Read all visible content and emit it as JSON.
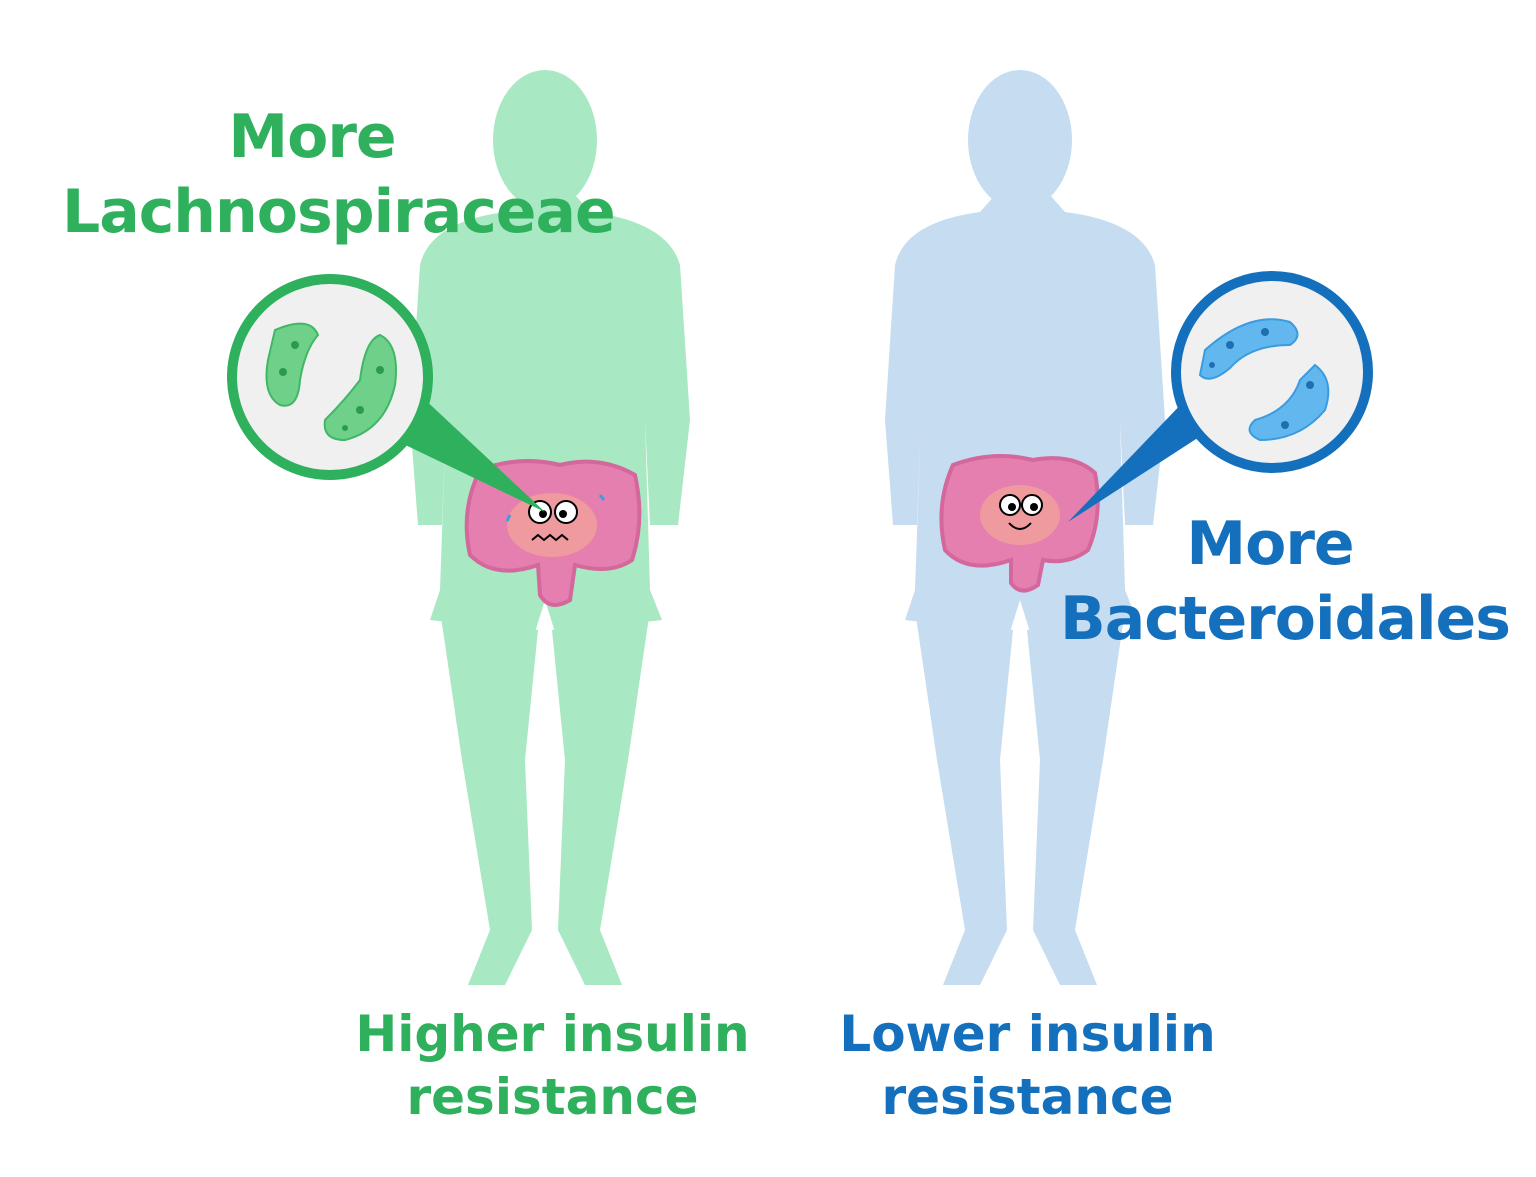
{
  "colors": {
    "green_text": "#2eb05c",
    "green_body": "#a8e8c2",
    "blue_text": "#1470bd",
    "blue_body": "#c6dcf1",
    "intestine_pink": "#e47fb0",
    "intestine_inner": "#ee9a9f"
  },
  "left_panel": {
    "bacteria_label_line1": "More",
    "bacteria_label_line2": "Lachnospiraceae",
    "outcome_line1": "Higher insulin",
    "outcome_line2": "resistance",
    "gut_mood": "worried"
  },
  "right_panel": {
    "bacteria_label_line1": "More",
    "bacteria_label_line2": "Bacteroidales",
    "outcome_line1": "Lower insulin",
    "outcome_line2": "resistance",
    "gut_mood": "happy"
  }
}
